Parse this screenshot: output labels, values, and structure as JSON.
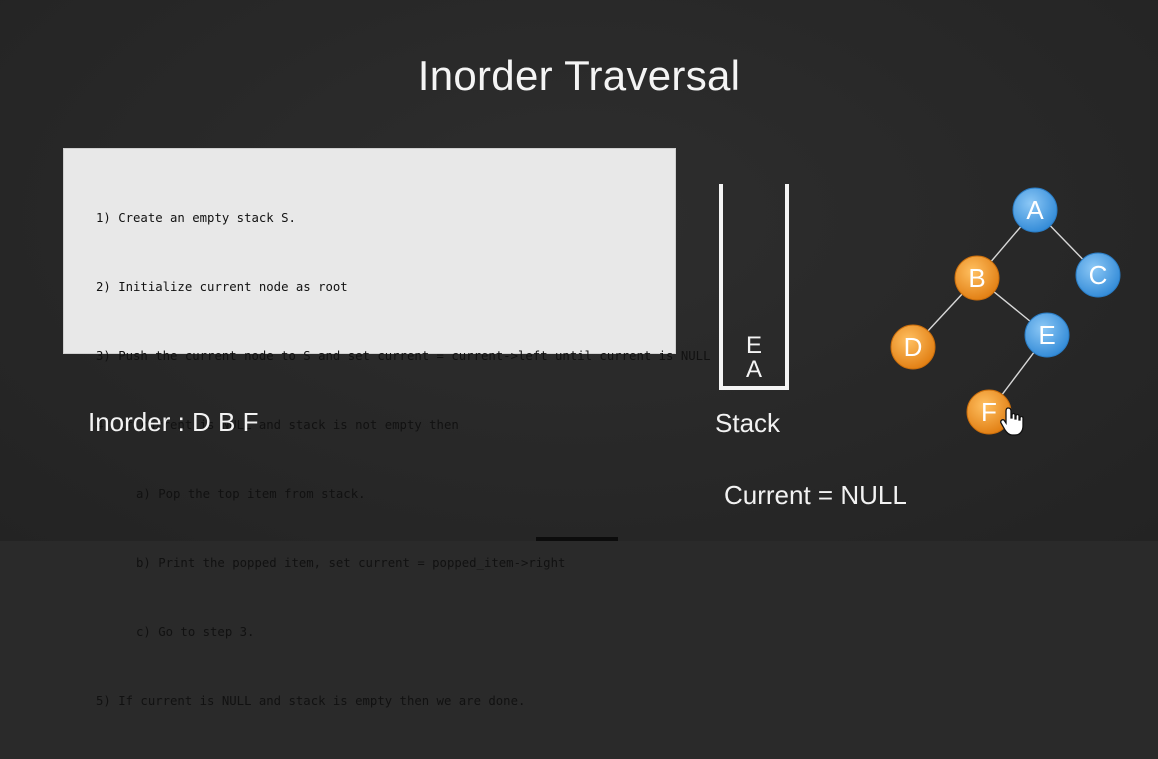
{
  "title": "Inorder Traversal",
  "algorithm": [
    {
      "text": "1) Create an empty stack S.",
      "indent": false
    },
    {
      "text": "2) Initialize current node as root",
      "indent": false
    },
    {
      "text": "3) Push the current node to S and set current = current->left until current is NULL",
      "indent": false
    },
    {
      "text": "4) If current is NULL and stack is not empty then",
      "indent": false
    },
    {
      "text": "a) Pop the top item from stack.",
      "indent": true
    },
    {
      "text": "b) Print the popped item, set current = popped_item->right",
      "indent": true
    },
    {
      "text": "c) Go to step 3.",
      "indent": true
    },
    {
      "text": "5) If current is NULL and stack is empty then we are done.",
      "indent": false
    }
  ],
  "inorder_text": "Inorder : D B F",
  "stack": {
    "label": "Stack",
    "items_top_to_bottom": [
      "E",
      "A"
    ]
  },
  "current_text": "Current = NULL",
  "tree": {
    "nodes": [
      {
        "id": "A",
        "label": "A",
        "color": "#4aa3e8"
      },
      {
        "id": "B",
        "label": "B",
        "color": "#f0921e"
      },
      {
        "id": "C",
        "label": "C",
        "color": "#4aa3e8"
      },
      {
        "id": "D",
        "label": "D",
        "color": "#f0921e"
      },
      {
        "id": "E",
        "label": "E",
        "color": "#4aa3e8"
      },
      {
        "id": "F",
        "label": "F",
        "color": "#f0921e"
      }
    ],
    "edges": [
      [
        "A",
        "B"
      ],
      [
        "A",
        "C"
      ],
      [
        "B",
        "D"
      ],
      [
        "B",
        "E"
      ],
      [
        "E",
        "F"
      ]
    ]
  },
  "colors": {
    "visited": "#f0921e",
    "unvisited": "#4aa3e8",
    "background": "#2a2a2a",
    "text": "#f2f2f2"
  }
}
